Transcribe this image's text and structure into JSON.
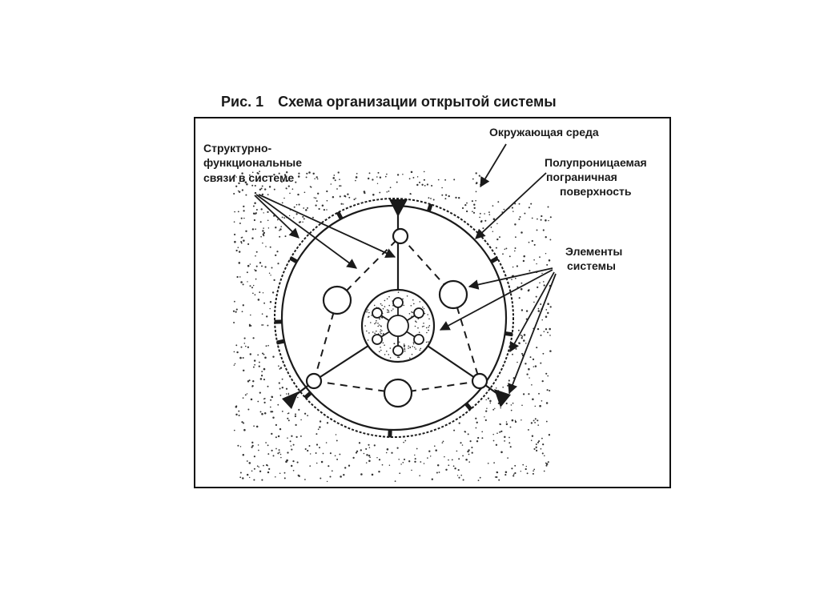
{
  "figure": {
    "number": "Рис. 1",
    "title": "Схема организации открытой системы"
  },
  "labels": {
    "environment": "Окружающая среда",
    "membrane": [
      "Полупроницаемая",
      "пограничная",
      "поверхность"
    ],
    "links": [
      "Структурно-",
      "функциональные",
      "связи в системе"
    ],
    "elements": [
      "Элементы",
      "системы"
    ]
  },
  "colors": {
    "ink": "#1a1a1a",
    "dots": "#333333",
    "background": "#ffffff"
  }
}
